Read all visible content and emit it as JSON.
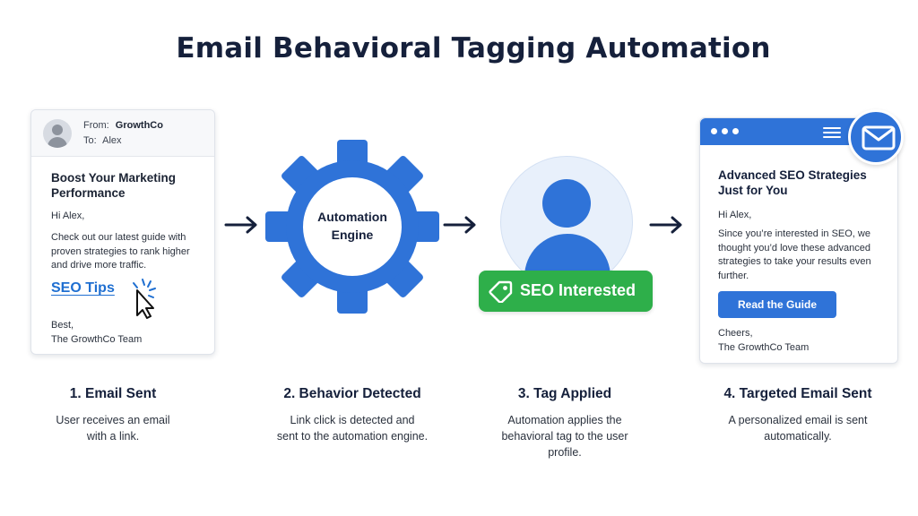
{
  "title": "Email Behavioral Tagging Automation",
  "colors": {
    "primary_blue": "#2f73d8",
    "link_blue": "#1f6fd1",
    "tag_green": "#2eaf4a",
    "navy": "#15203b"
  },
  "email1": {
    "from_label": "From:",
    "from_value": "GrowthCo",
    "to_label": "To:",
    "to_value": "Alex",
    "avatar_icon": "user-avatar-icon",
    "subject": "Boost Your Marketing Performance",
    "greeting": "Hi Alex,",
    "body": "Check out our latest guide with proven strategies to rank higher and drive more traffic.",
    "link_text": "SEO Tips",
    "cursor_icon": "click-cursor-icon",
    "signoff_1": "Best,",
    "signoff_2": "The GrowthCo Team"
  },
  "gear": {
    "icon": "gear-icon",
    "line1": "Automation",
    "line2": "Engine"
  },
  "user": {
    "icon": "user-icon",
    "tag_icon": "tag-icon",
    "tag_label": "SEO Interested"
  },
  "email2": {
    "badge_icon": "envelope-icon",
    "subject": "Advanced SEO Strategies Just for You",
    "greeting": "Hi Alex,",
    "body": "Since you’re interested in SEO, we thought you’d love these advanced strategies to take your results even further.",
    "button_label": "Read the Guide",
    "signoff_1": "Cheers,",
    "signoff_2": "The GrowthCo Team"
  },
  "steps": [
    {
      "title": "1. Email Sent",
      "desc_1": "User receives an email",
      "desc_2": "with a link."
    },
    {
      "title": "2. Behavior Detected",
      "desc_1": "Link click is detected and",
      "desc_2": "sent to the automation engine."
    },
    {
      "title": "3. Tag Applied",
      "desc_1": "Automation applies the",
      "desc_2": "behavioral tag to the user",
      "desc_3": "profile."
    },
    {
      "title": "4. Targeted Email Sent",
      "desc_1": "A personalized email is sent",
      "desc_2": "automatically."
    }
  ]
}
